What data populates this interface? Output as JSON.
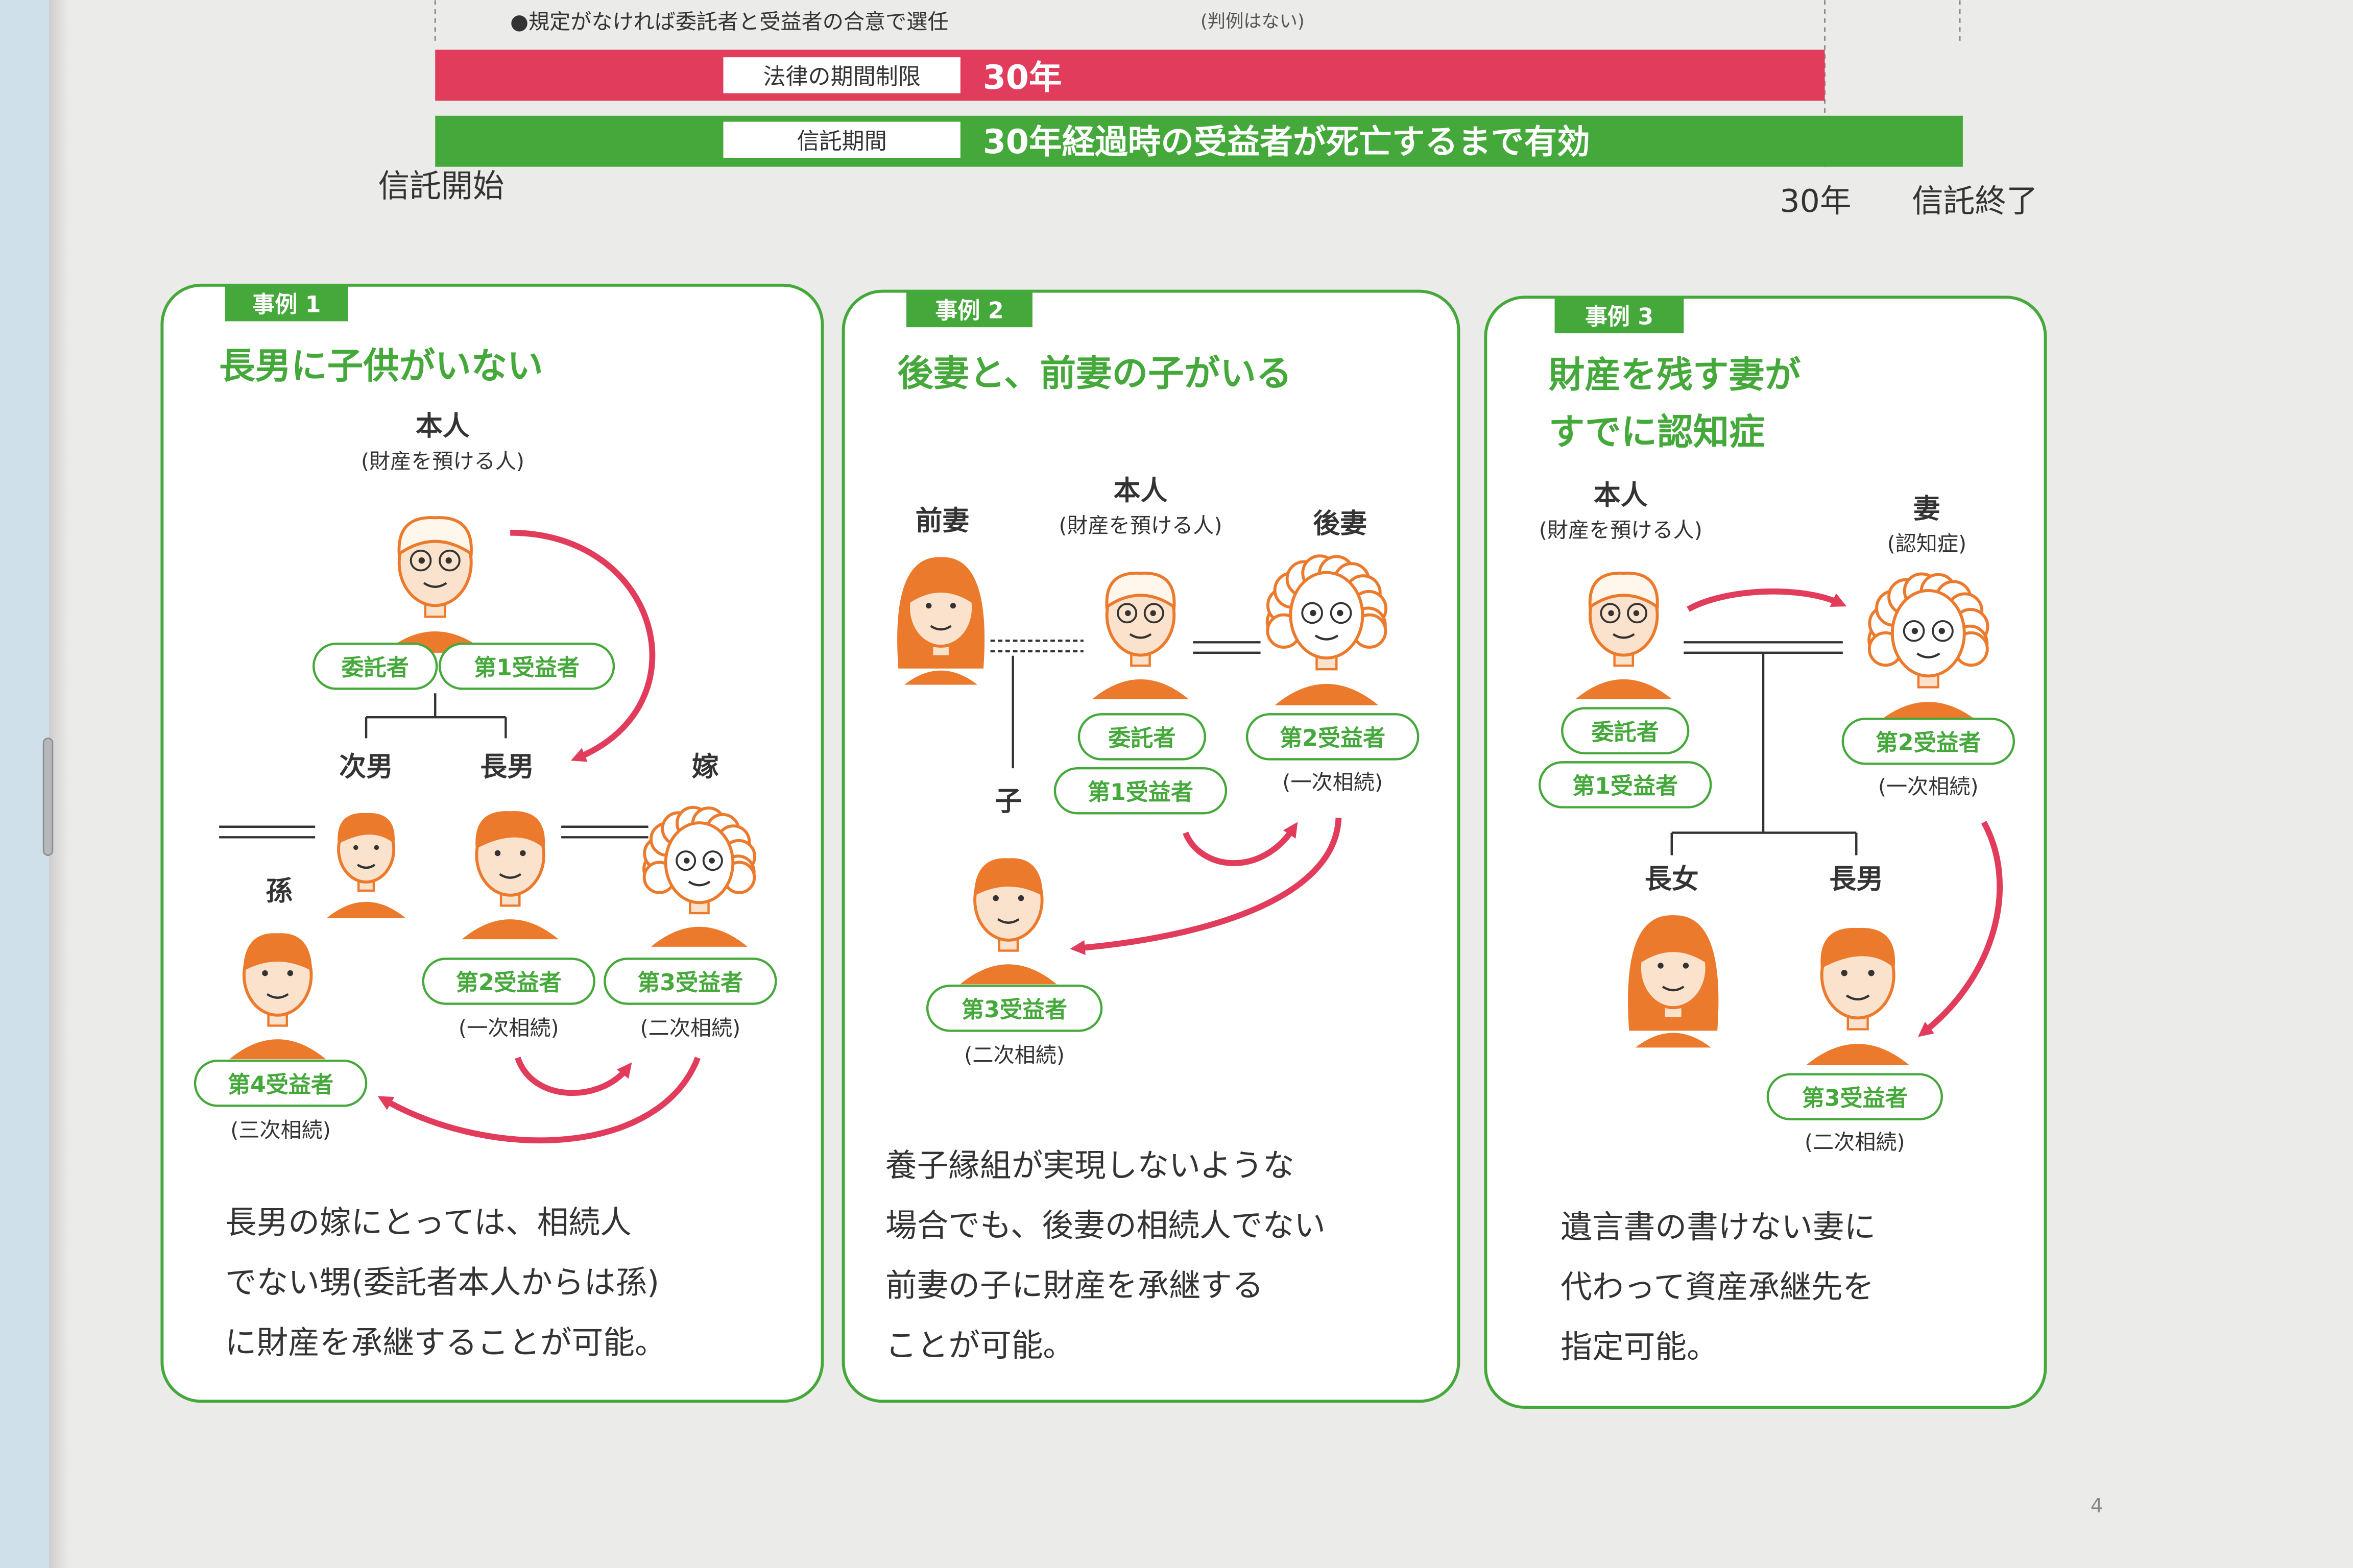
{
  "top": {
    "note": "●規定がなければ委託者と受益者の合意で選任",
    "note_right": "(判例はない)",
    "bar_legal_label": "法律の期間制限",
    "bar_legal_value": "30年",
    "bar_trust_label": "信託期間",
    "bar_trust_value": "30年経過時の受益者が死亡するまで有効",
    "start_label": "信託開始",
    "year_label": "30年",
    "end_label": "信託終了"
  },
  "cases": [
    {
      "tag": "事例 1",
      "title_lines": [
        "長男に子供がいない"
      ],
      "principal": "本人",
      "principal_sub": "(財産を預ける人)",
      "badges": {
        "settlor": "委託者",
        "first": "第1受益者",
        "second": "第2受益者",
        "third": "第3受益者",
        "fourth": "第4受益者"
      },
      "persons": {
        "son2": "次男",
        "son1": "長男",
        "bride": "嫁",
        "grandchild": "孫"
      },
      "notes": {
        "first_inherit": "(一次相続)",
        "second_inherit": "(二次相続)",
        "third_inherit": "(三次相続)"
      },
      "description": [
        "長男の嫁にとっては、相続人",
        "でない甥(委託者本人からは孫)",
        "に財産を承継することが可能。"
      ]
    },
    {
      "tag": "事例 2",
      "title_lines": [
        "後妻と、前妻の子がいる"
      ],
      "principal": "本人",
      "principal_sub": "(財産を預ける人)",
      "persons": {
        "ex_wife": "前妻",
        "wife": "後妻",
        "child": "子"
      },
      "badges": {
        "settlor": "委託者",
        "first": "第1受益者",
        "second": "第2受益者",
        "third": "第3受益者"
      },
      "notes": {
        "first_inherit": "(一次相続)",
        "second_inherit": "(二次相続)"
      },
      "description": [
        "養子縁組が実現しないような",
        "場合でも、後妻の相続人でない",
        "前妻の子に財産を承継する",
        "ことが可能。"
      ]
    },
    {
      "tag": "事例 3",
      "title_lines": [
        "財産を残す妻が",
        "すでに認知症"
      ],
      "principal": "本人",
      "principal_sub": "(財産を預ける人)",
      "persons": {
        "wife": "妻",
        "wife_sub": "(認知症)",
        "daughter": "長女",
        "son": "長男"
      },
      "badges": {
        "settlor": "委託者",
        "first": "第1受益者",
        "second": "第2受益者",
        "third": "第3受益者"
      },
      "notes": {
        "first_inherit": "(一次相続)",
        "second_inherit": "(二次相続)"
      },
      "description": [
        "遺言書の書けない妻に",
        "代わって資産承継先を",
        "指定可能。"
      ]
    }
  ],
  "page_number": "4",
  "colors": {
    "green": "#45a83a",
    "red": "#e23c5c",
    "orange": "#ec7a2c",
    "skin": "#fbe2cc"
  }
}
